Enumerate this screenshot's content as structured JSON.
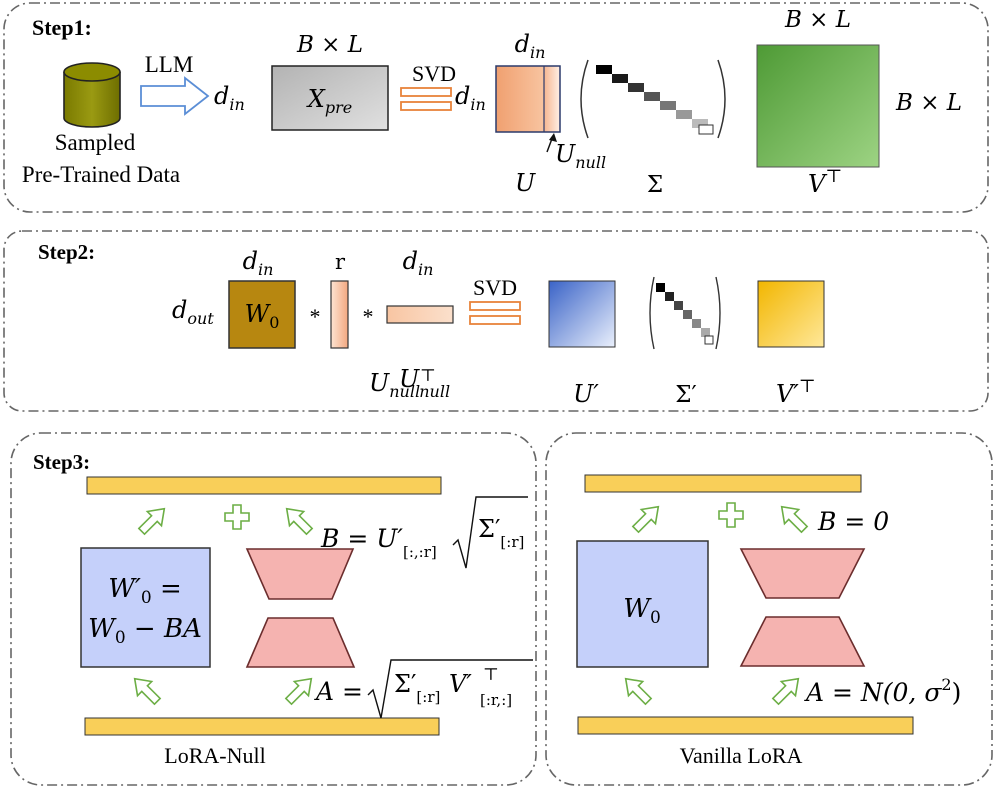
{
  "step1": {
    "title": "Step1:",
    "llm": "LLM",
    "db_label_1": "Sampled",
    "db_label_2": "Pre-Trained Data",
    "din_left": "d",
    "din_sub": "in",
    "bxl_top": "B × L",
    "xpre": "X",
    "xpre_sub": "pre",
    "svd": "SVD",
    "din_mid": "d",
    "din_mid_sub": "in",
    "din_u_top": "d",
    "din_u_top_sub": "in",
    "u_label": "U",
    "unull": "U",
    "unull_sub": "null",
    "sigma": "Σ",
    "bxl_v_top": "B × L",
    "bxl_v_right": "B × L",
    "vt": "V",
    "vt_sup": "⊤"
  },
  "step2": {
    "title": "Step2:",
    "din1": "d",
    "din1_sub": "in",
    "dout": "d",
    "dout_sub": "out",
    "w0": "W",
    "w0_sub": "0",
    "star1": "*",
    "r": "r",
    "star2": "*",
    "din2": "d",
    "din2_sub": "in",
    "svd": "SVD",
    "unull": "U",
    "unull_sub": "null",
    "unullt": "U",
    "unullt_sub": "null",
    "unullt_sup": "⊤",
    "uprime": "U′",
    "sigmaprime": "Σ′",
    "vprimet": "V′",
    "vprimet_sup": "⊤"
  },
  "step3": {
    "title": "Step3:",
    "left": {
      "w_line1": "W′",
      "w_line1_sub": "0",
      "w_line1_eq": " =",
      "w_line2": "W",
      "w_line2_sub": "0",
      "w_line2_rest": " − BA",
      "b_eq": "B = U′",
      "b_sub": "[:,:r]",
      "b_sig": "Σ′",
      "b_sig_sub": "[:r]",
      "a_eq": "A =",
      "a_sig": "Σ′",
      "a_sig_sub": "[:r]",
      "a_v": "V′",
      "a_v_sup": "⊤",
      "a_v_sub": "[:r,:]",
      "caption": "LoRA-Null"
    },
    "right": {
      "w": "W",
      "w_sub": "0",
      "b_eq": "B = 0",
      "a_eq": "A = N(0, σ",
      "a_sup": "2",
      "a_close": ")",
      "caption": "Vanilla LoRA"
    }
  },
  "colors": {
    "bar": "#f9cf59",
    "w_box": "#c5d0fa",
    "trapezoid": "#f5b3b0",
    "arrow": "#6cae45",
    "w0_step2": "#b78710",
    "db": "#8c8c00",
    "svd_stroke": "#e8833a"
  }
}
